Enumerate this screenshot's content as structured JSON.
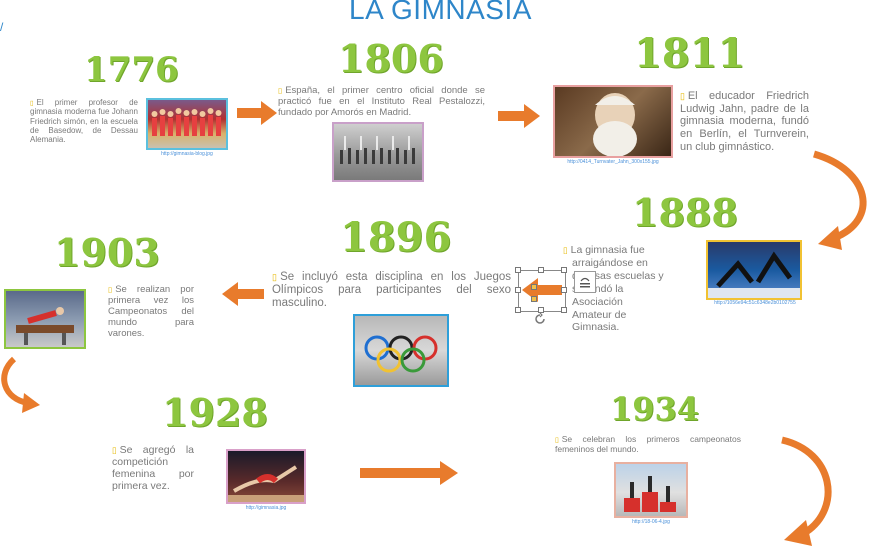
{
  "page": {
    "title": "LA GIMNASIA",
    "corner_mark": "/"
  },
  "events": {
    "e1776": {
      "year": "1776",
      "text": "El primer profesor de gimnasia moderna fue Johann Friedrich simón, en la escuela de Basedow, de Dessau Alemania.",
      "link": "http://gimnasia-blog.jpg"
    },
    "e1806": {
      "year": "1806",
      "text": "España, el primer centro oficial donde se practicó fue en el Instituto Real Pestalozzi, fundado por Amorós en Madrid."
    },
    "e1811": {
      "year": "1811",
      "text": "El educador Friedrich Ludwig Jahn, padre de la gimnasia moderna, fundó en Berlín, el Turnverein, un club gimnástico.",
      "link": "http://0414_Turnvater_Jahn_300x155.jpg"
    },
    "e1888": {
      "year": "1888",
      "text_lines": [
        "La gimnasia fue",
        "arraigándose en",
        "diversas escuelas y",
        "se fundó la",
        "Asociación",
        "Amateur de",
        "Gimnasia."
      ],
      "link": "http://1056e94c51c6348e2b0102755"
    },
    "e1896": {
      "year": "1896",
      "text": "Se incluyó esta disciplina en los Juegos Olímpicos para participantes del sexo masculino."
    },
    "e1903": {
      "year": "1903",
      "text": "Se realizan por primera vez los Campeonatos del mundo para varones."
    },
    "e1928": {
      "year": "1928",
      "text": "Se agregó la competición femenina por primera vez.",
      "link": "http://gimnasia.jpg"
    },
    "e1934": {
      "year": "1934",
      "text": "Se celebran los primeros campeonatos femeninos del mundo.",
      "link": "http://18-06-4.jpg"
    }
  },
  "colors": {
    "title": "#2e86c9",
    "year": "#8dc63f",
    "arrow": "#e87b2c",
    "text": "#7a7a7a",
    "bullet": "#e6b800"
  }
}
